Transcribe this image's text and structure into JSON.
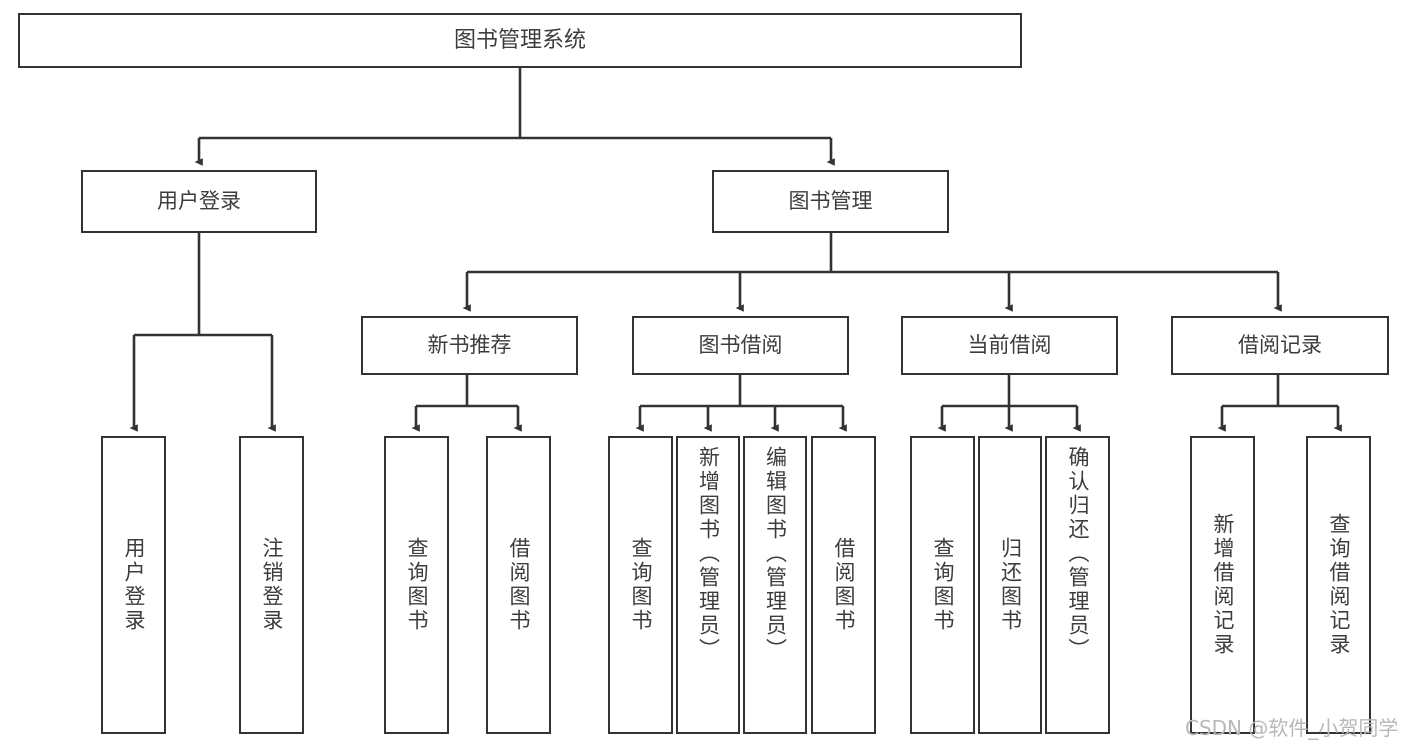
{
  "diagram": {
    "title": "图书管理系统",
    "type": "tree",
    "watermark": "CSDN @软件_小贺同学",
    "colors": {
      "box_border": "#333333",
      "box_fill": "#ffffff",
      "text": "#3d3d3d",
      "connector": "#333333",
      "watermark": "#b8b8b8",
      "background": "#ffffff"
    },
    "root": {
      "label": "图书管理系统"
    },
    "level2": [
      {
        "label": "用户登录"
      },
      {
        "label": "图书管理"
      }
    ],
    "level3": [
      {
        "label": "新书推荐"
      },
      {
        "label": "图书借阅"
      },
      {
        "label": "当前借阅"
      },
      {
        "label": "借阅记录"
      }
    ],
    "leaves": {
      "user_login": [
        {
          "label": "用户登录"
        },
        {
          "label": "注销登录"
        }
      ],
      "new_book": [
        {
          "label": "查询图书"
        },
        {
          "label": "借阅图书"
        }
      ],
      "book_borrow": [
        {
          "label": "查询图书"
        },
        {
          "label": "新增图书（管理员）"
        },
        {
          "label": "编辑图书（管理员）"
        },
        {
          "label": "借阅图书"
        }
      ],
      "current_borrow": [
        {
          "label": "查询图书"
        },
        {
          "label": "归还图书"
        },
        {
          "label": "确认归还（管理员）"
        }
      ],
      "borrow_record": [
        {
          "label": "新增借阅记录"
        },
        {
          "label": "查询借阅记录"
        }
      ]
    }
  }
}
